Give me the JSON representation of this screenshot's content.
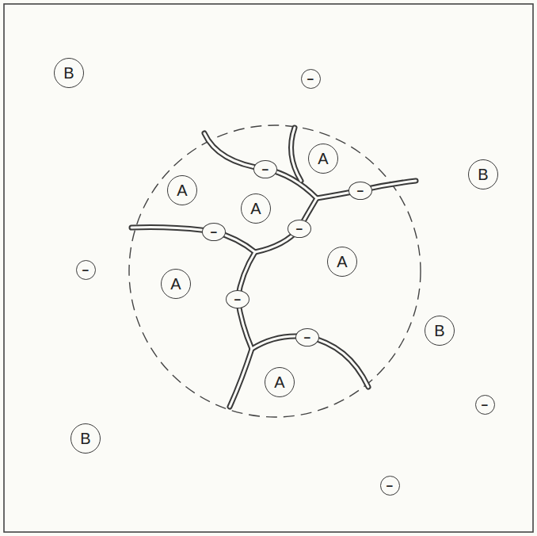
{
  "diagram": {
    "nodes": [
      {
        "text": [
          "B"
        ]
      },
      {
        "text": [
          "−"
        ]
      },
      {
        "text": [
          "A"
        ]
      },
      {
        "text": [
          "−"
        ]
      },
      {
        "text": [
          "B"
        ]
      },
      {
        "text": [
          "A"
        ]
      },
      {
        "text": [
          "−"
        ]
      },
      {
        "text": [
          "A"
        ]
      },
      {
        "text": [
          "−"
        ]
      },
      {
        "text": [
          "−"
        ]
      },
      {
        "text": [
          "A"
        ]
      },
      {
        "text": [
          "−"
        ]
      },
      {
        "text": [
          "A"
        ]
      },
      {
        "text": [
          "−"
        ]
      },
      {
        "text": [
          "B"
        ]
      },
      {
        "text": [
          "−"
        ]
      },
      {
        "text": [
          "A"
        ]
      },
      {
        "text": [
          "−"
        ]
      },
      {
        "text": [
          "B"
        ]
      },
      {
        "text": [
          "−"
        ]
      }
    ]
  }
}
